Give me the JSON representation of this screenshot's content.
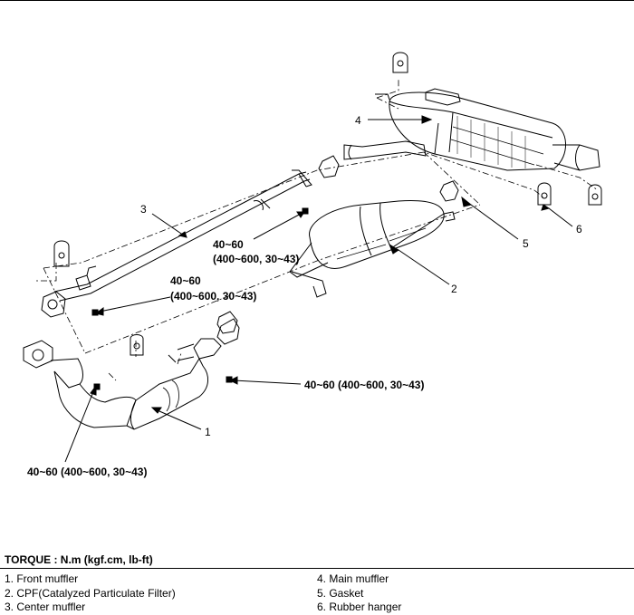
{
  "callouts": [
    "1",
    "2",
    "3",
    "4",
    "5",
    "6"
  ],
  "torque_values": {
    "center_upper": [
      "40~60",
      "(400~600, 30~43)"
    ],
    "center_lower": [
      "40~60",
      "(400~600, 30~43)"
    ],
    "front_right": "40~60 (400~600, 30~43)",
    "front_left": "40~60 (400~600, 30~43)"
  },
  "torque_title": "TORQUE : N.m (kgf.cm, lb-ft)",
  "legend": {
    "left": [
      "1.  Front muffler",
      "2.  CPF(Catalyzed Particulate Filter)",
      "3.  Center muffler"
    ],
    "right": [
      "4.  Main muffler",
      "5.  Gasket",
      "6.  Rubber hanger"
    ]
  }
}
